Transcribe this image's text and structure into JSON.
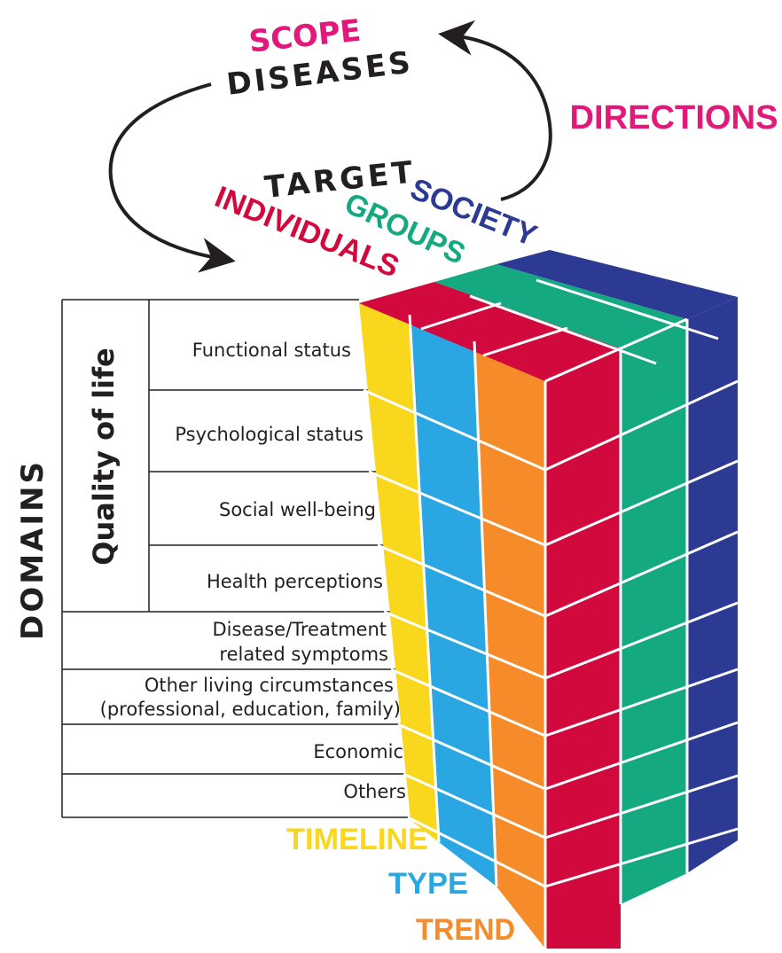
{
  "labels": {
    "scope": "SCOPE",
    "diseases": "DISEASES",
    "directions": "DIRECTIONS",
    "target": "TARGET",
    "society": "SOCIETY",
    "groups": "GROUPS",
    "individuals": "INDIVIDUALS",
    "domains": "DOMAINS",
    "quality_of_life": "Quality of life",
    "timeline": "TIMELINE",
    "type": "TYPE",
    "trend": "TREND"
  },
  "qol_rows": [
    {
      "label": "Functional status"
    },
    {
      "label": "Psychological status"
    },
    {
      "label": "Social well-being"
    },
    {
      "label": "Health perceptions"
    }
  ],
  "domain_rows": [
    {
      "line1": "Disease/Treatment",
      "line2": "related symptoms"
    },
    {
      "line1": "Other living circumstances",
      "line2": "(professional, education, family)"
    },
    {
      "line1": "Economic",
      "line2": ""
    },
    {
      "line1": "Others",
      "line2": ""
    }
  ],
  "colors": {
    "yellow": "#f9d71c",
    "light_blue": "#2aa7e2",
    "orange": "#f68b29",
    "red": "#d2093d",
    "green": "#14a981",
    "dark_blue": "#2c3a93",
    "magenta": "#e2187a",
    "text_dark": "#231f20"
  }
}
